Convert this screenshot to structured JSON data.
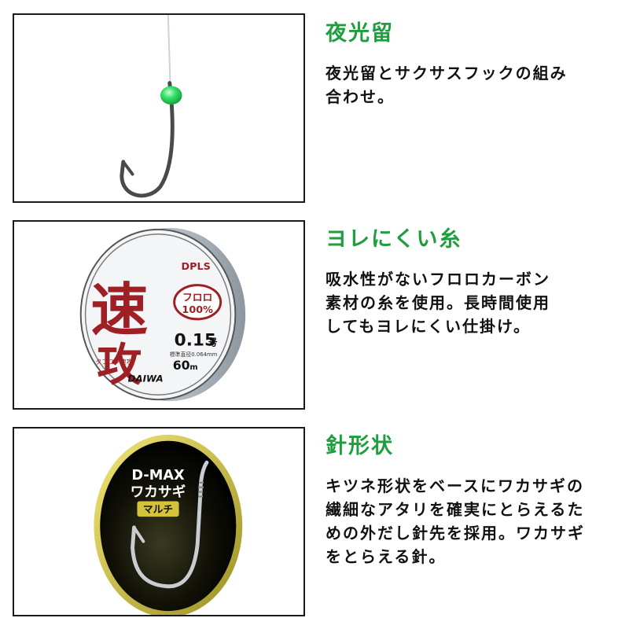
{
  "features": [
    {
      "title": "夜光留",
      "description": "夜光留とサクサスフックの組み\n合わせ。",
      "image": "glow-bead-hook"
    },
    {
      "title": "ヨレにくい糸",
      "description": "吸水性がないフロロカーボン\n素材の糸を使用。長時間使用\nしてもヨレにくい仕掛け。",
      "image": "fluorocarbon-line-spool",
      "spool": {
        "brand": "DAIWA",
        "series": "DPLS",
        "kanji": "速攻",
        "badge_line1": "フロロ",
        "badge_line2": "100%",
        "size": "0.15",
        "size_unit": "号",
        "diameter": "標準直径0.064mm",
        "length": "60",
        "length_unit": "m",
        "product_name": "タフロン速攻"
      }
    },
    {
      "title": "針形状",
      "description": "キツネ形状をベースにワカサギの\n繊細なアタリを確実にとらえるた\nめの外だし針先を採用。ワカサギ\nをとらえる針。",
      "image": "wakasagi-hook-badge",
      "badge": {
        "line1": "D-MAX",
        "line2": "ワカサギ",
        "tag": "マルチ"
      }
    }
  ],
  "colors": {
    "title_green": "#1f9e3f",
    "glow_bead": "#39e06a",
    "spool_red": "#9e1f24",
    "badge_gold": "#d4c33a"
  }
}
